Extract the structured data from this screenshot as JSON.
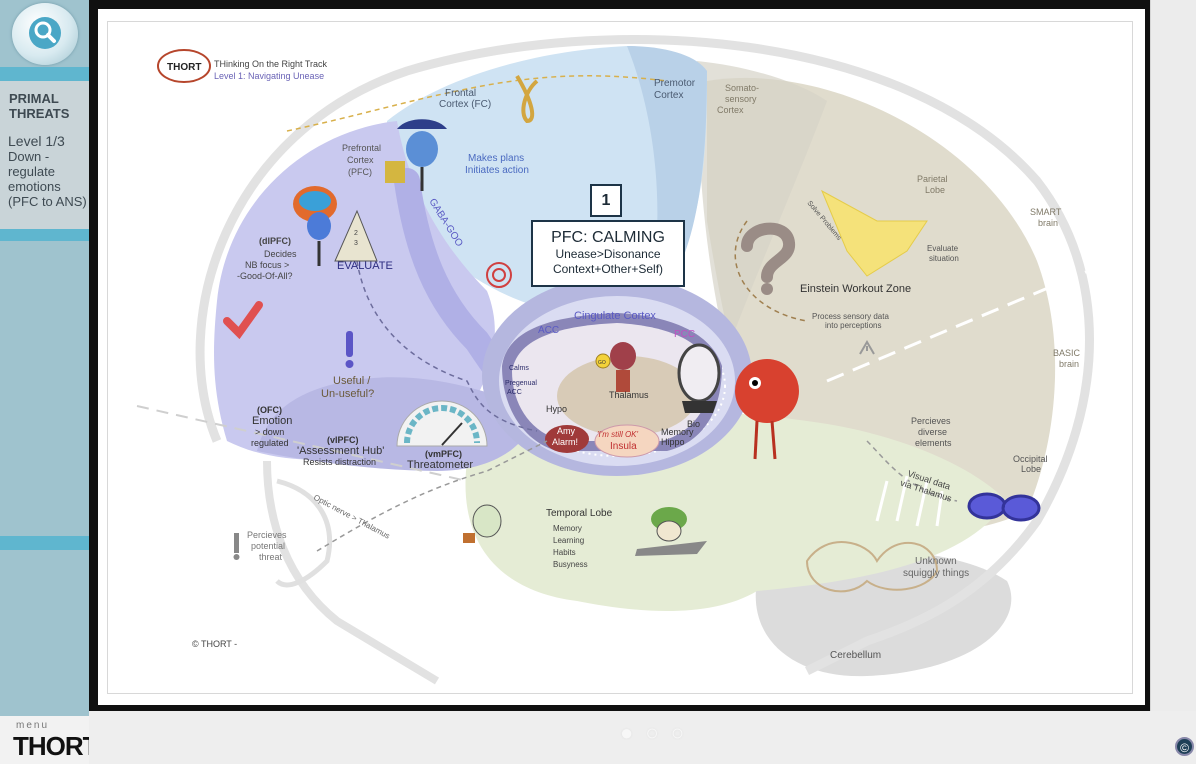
{
  "sidebar": {
    "title_line1": "PRIMAL",
    "title_line2": "THREATS",
    "level": "Level 1/3",
    "desc_line1": "Down -",
    "desc_line2": "regulate",
    "desc_line3": "emotions",
    "desc_line4": "(PFC to ANS)",
    "menu_word": "menu",
    "menu_logo": "THORT"
  },
  "header": {
    "logo": "THORT",
    "title": "THinking On the Right Track",
    "subtitle": "Level 1: Navigating Unease"
  },
  "callout": {
    "number": "1",
    "title": "PFC: CALMING",
    "line1": "Unease>Disonance",
    "line2": "Context+Other+Self)"
  },
  "brain": {
    "frontal_cortex": [
      "Frontal",
      "Cortex (FC)"
    ],
    "premotor": [
      "Premotor",
      "Cortex"
    ],
    "somatosensory": [
      "Somato-",
      "sensory",
      "Cortex"
    ],
    "parietal": [
      "Parietal",
      "Lobe"
    ],
    "smart": [
      "SMART",
      "brain"
    ],
    "basic": [
      "BASIC",
      "brain"
    ],
    "makes_plans": [
      "Makes plans",
      "Initiates action"
    ],
    "pfc": [
      "Prefrontal",
      "Cortex",
      "(PFC)"
    ],
    "dlpfc": [
      "(dlPFC)",
      "Decides",
      "NB focus >",
      "-Good-Of-All?"
    ],
    "evaluate": "EVALUATE",
    "gaba": "GABA-GOO",
    "useful": [
      "Useful /",
      "Un-useful?"
    ],
    "ofc": [
      "(OFC)",
      "Emotion",
      "> down",
      "regulated"
    ],
    "vlpfc": [
      "(vlPFC)",
      "'Assessment Hub'",
      "Resists distraction"
    ],
    "vmpfc": [
      "(vmPFC)",
      "Threatometer"
    ],
    "cingulate": "Cingulate Cortex",
    "acc": "ACC",
    "pcc": "PCC",
    "calms": "Calms",
    "pregenual": [
      "Pregenual",
      "ACC"
    ],
    "hypo": "Hypo",
    "thalamus": "Thalamus",
    "bio": "Bio",
    "memory_hippo": [
      "Memory",
      "Hippo"
    ],
    "amy": [
      "Amy",
      "Alarm!"
    ],
    "insula": [
      "'I'm still OK'",
      "Insula"
    ],
    "go": "GO",
    "solve_problems": "Solve Problems",
    "evaluate_situation": [
      "Evaluate",
      "situation"
    ],
    "einstein": "Einstein Workout Zone",
    "process_sensory": [
      "Process sensory data",
      "into perceptions"
    ],
    "percieves_diverse": [
      "Percieves",
      "diverse",
      "elements"
    ],
    "occipital": [
      "Occipital",
      "Lobe"
    ],
    "visual_data": [
      "Visual data",
      "via Thalamus"
    ],
    "temporal": "Temporal Lobe",
    "temporal_items": [
      "Memory",
      "Learning",
      "Habits",
      "Busyness"
    ],
    "unknown": [
      "Unknown",
      "squiggly things"
    ],
    "optic_nerve": "Optic nerve > Thalamus",
    "percieves_threat": [
      "Percieves",
      "potential",
      "threat"
    ],
    "cerebellum": "Cerebellum",
    "copyright": "© THORT    -"
  },
  "footer": {
    "page_indicator": "● ○ ○",
    "copyright_button": "©"
  },
  "colors": {
    "sidebar": "#9fc3ce",
    "accent_stripe": "#5fb6cf",
    "frontal_blue": "#cfe3f3",
    "pfc_lavender": "#c9c9ef",
    "parietal_tan": "#e0dccd",
    "temporal_green": "#e5ecd5",
    "cerebellum_grey": "#dcdcdc"
  }
}
